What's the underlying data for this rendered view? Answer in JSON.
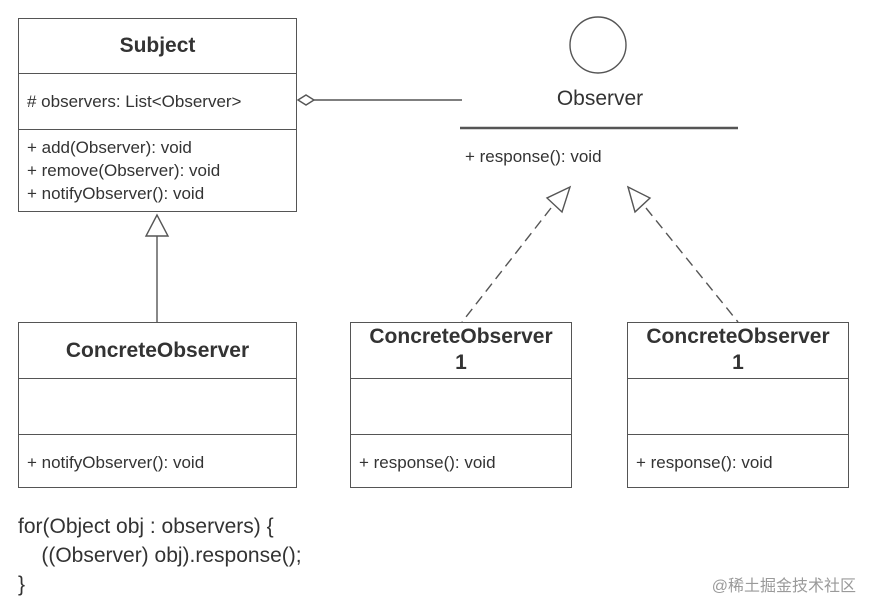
{
  "subject": {
    "name": "Subject",
    "attribute": "# observers: List<Observer>",
    "methods": [
      "+ add(Observer): void",
      "+ remove(Observer): void",
      "+ notifyObserver(): void"
    ]
  },
  "observer": {
    "name": "Observer",
    "method": "+ response(): void"
  },
  "concrete_subject": {
    "name": "ConcreteObserver",
    "method": "+ notifyObserver(): void"
  },
  "concrete_observer_a": {
    "name_line1": "ConcreteObserver",
    "name_line2": "1",
    "method": "+ response(): void"
  },
  "concrete_observer_b": {
    "name_line1": "ConcreteObserver",
    "name_line2": "1",
    "method": "+ response(): void"
  },
  "code": {
    "line1": "for(Object obj : observers) {",
    "line2": "    ((Observer) obj).response();",
    "line3": "}"
  },
  "watermark": "@稀土掘金技术社区"
}
